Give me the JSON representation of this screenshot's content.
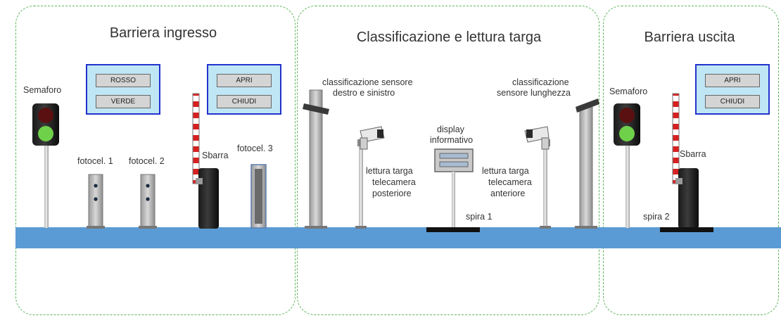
{
  "sections": {
    "ingresso": {
      "title": "Barriera ingresso"
    },
    "classificazione": {
      "title": "Classificazione e lettura targa"
    },
    "uscita": {
      "title": "Barriera uscita"
    }
  },
  "labels": {
    "semaforo_in": "Semaforo",
    "fotocel1": "fotocel. 1",
    "fotocel2": "fotocel. 2",
    "sbarra_in": "Sbarra",
    "fotocel3": "fotocel. 3",
    "class_sx_1": "classificazione sensore",
    "class_sx_2": "destro e sinistro",
    "class_dx_1": "classificazione",
    "class_dx_2": "sensore lunghezza",
    "display_1": "display",
    "display_2": "informativo",
    "cam_post_1": "lettura targa",
    "cam_post_2": "telecamera",
    "cam_post_3": "posteriore",
    "cam_ant_1": "lettura targa",
    "cam_ant_2": "telecamera",
    "cam_ant_3": "anteriore",
    "spira1": "spira 1",
    "semaforo_out": "Semaforo",
    "sbarra_out": "Sbarra",
    "spira2": "spira 2"
  },
  "panels": {
    "semaforo_in": {
      "btn1": "ROSSO",
      "btn2": "VERDE"
    },
    "sbarra_in": {
      "btn1": "APRI",
      "btn2": "CHIUDI"
    },
    "sbarra_out": {
      "btn1": "APRI",
      "btn2": "CHIUDI"
    }
  },
  "colors": {
    "road": "#5b9bd5",
    "zone_border": "#5fb55f",
    "panel_fill": "#bfe6f5",
    "panel_border": "#2233cc",
    "light_red_off": "#5a1010",
    "light_green_on": "#6fd14a",
    "barrier_red": "#d62020"
  }
}
